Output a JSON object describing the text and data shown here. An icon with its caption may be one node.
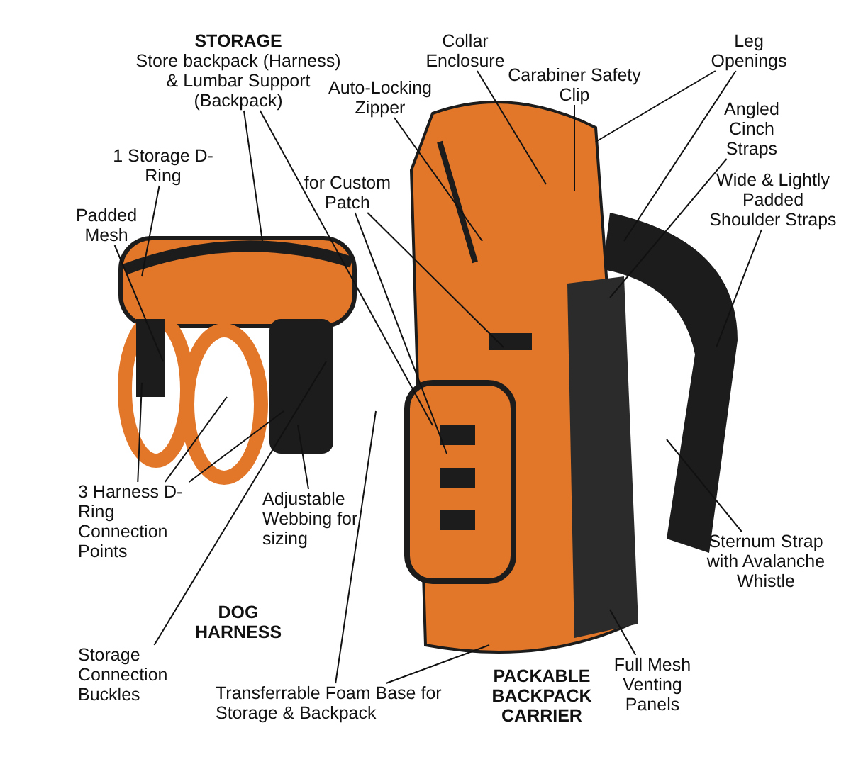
{
  "diagram": {
    "nodes": [
      {
        "text": [
          "STORAGE",
          "Store backpack (Harness) & Lumbar Support (Backpack)"
        ]
      },
      {
        "text": [
          "1 Storage D-Ring"
        ]
      },
      {
        "text": [
          "Padded Mesh"
        ]
      },
      {
        "text": [
          "Collar Enclosure"
        ]
      },
      {
        "text": [
          "Carabiner Safety Clip"
        ]
      },
      {
        "text": [
          "Leg Openings"
        ]
      },
      {
        "text": [
          "Auto-Locking Zipper"
        ]
      },
      {
        "text": [
          "for Custom Patch"
        ]
      },
      {
        "text": [
          "Angled Cinch Straps"
        ]
      },
      {
        "text": [
          "Wide & Lightly Padded Shoulder Straps"
        ]
      },
      {
        "text": [
          "3 Harness D-Ring Connection Points"
        ]
      },
      {
        "text": [
          "Adjustable Webbing for sizing"
        ]
      },
      {
        "text": [
          "Storage Connection Buckles"
        ]
      },
      {
        "text": [
          "Transferrable Foam Base for Storage & Backpack"
        ]
      },
      {
        "text": [
          "Full Mesh Venting Panels"
        ]
      },
      {
        "text": [
          "Sternum Strap with Avalanche Whistle"
        ]
      }
    ],
    "edges": [
      {
        "from": 0,
        "to": null,
        "arrow": "none"
      },
      {
        "from": 0,
        "to": null,
        "arrow": "none"
      },
      {
        "from": 1,
        "to": null,
        "arrow": "none"
      },
      {
        "from": 2,
        "to": null,
        "arrow": "none"
      },
      {
        "from": 3,
        "to": null,
        "arrow": "none"
      },
      {
        "from": 4,
        "to": null,
        "arrow": "none"
      },
      {
        "from": 5,
        "to": null,
        "arrow": "none"
      },
      {
        "from": 5,
        "to": null,
        "arrow": "none"
      },
      {
        "from": 6,
        "to": null,
        "arrow": "none"
      },
      {
        "from": 7,
        "to": null,
        "arrow": "none"
      },
      {
        "from": 7,
        "to": null,
        "arrow": "none"
      },
      {
        "from": 8,
        "to": null,
        "arrow": "none"
      },
      {
        "from": 9,
        "to": null,
        "arrow": "none"
      },
      {
        "from": 10,
        "to": null,
        "arrow": "none"
      },
      {
        "from": 10,
        "to": null,
        "arrow": "none"
      },
      {
        "from": 10,
        "to": null,
        "arrow": "none"
      },
      {
        "from": 11,
        "to": null,
        "arrow": "none"
      },
      {
        "from": 12,
        "to": null,
        "arrow": "none"
      },
      {
        "from": 13,
        "to": null,
        "arrow": "none"
      },
      {
        "from": 13,
        "to": null,
        "arrow": "none"
      },
      {
        "from": 14,
        "to": null,
        "arrow": "none"
      },
      {
        "from": 15,
        "to": null,
        "arrow": "none"
      }
    ],
    "labels": [
      "DOG HARNESS",
      "PACKABLE BACKPACK CARRIER"
    ]
  }
}
